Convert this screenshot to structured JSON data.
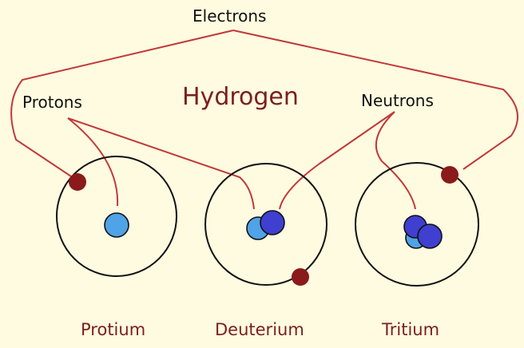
{
  "title": "Hydrogen",
  "labels": {
    "electrons": "Electrons",
    "protons": "Protons",
    "neutrons": "Neutrons"
  },
  "isotopes": [
    {
      "name": "Protium"
    },
    {
      "name": "Deuterium"
    },
    {
      "name": "Tritium"
    }
  ],
  "colors": {
    "background": "#fffbe0",
    "line": "#c0393b",
    "electron": "#8b1a1a",
    "proton": "#4fa3e6",
    "neutron": "#3f3fd0",
    "title": "#7a1f1f"
  }
}
